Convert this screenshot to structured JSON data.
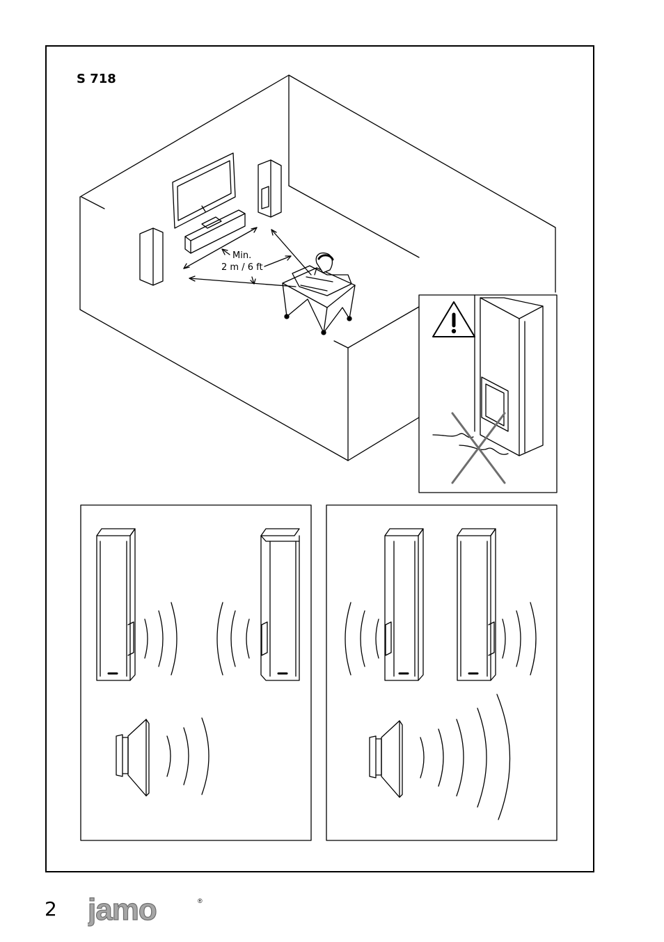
{
  "page": {
    "model": "S 718",
    "distance_label_line1": "Min.",
    "distance_label_line2": "2 m / 6 ft",
    "page_number": "2",
    "brand": "jamo",
    "registered_mark": "®"
  },
  "icons": {
    "warning": "warning-triangle-icon",
    "prohibited": "cross-out-icon"
  },
  "colors": {
    "line": "#000000",
    "background": "#ffffff",
    "logo_fill": "#a6a6a6",
    "logo_outline": "#6e6e6e"
  }
}
